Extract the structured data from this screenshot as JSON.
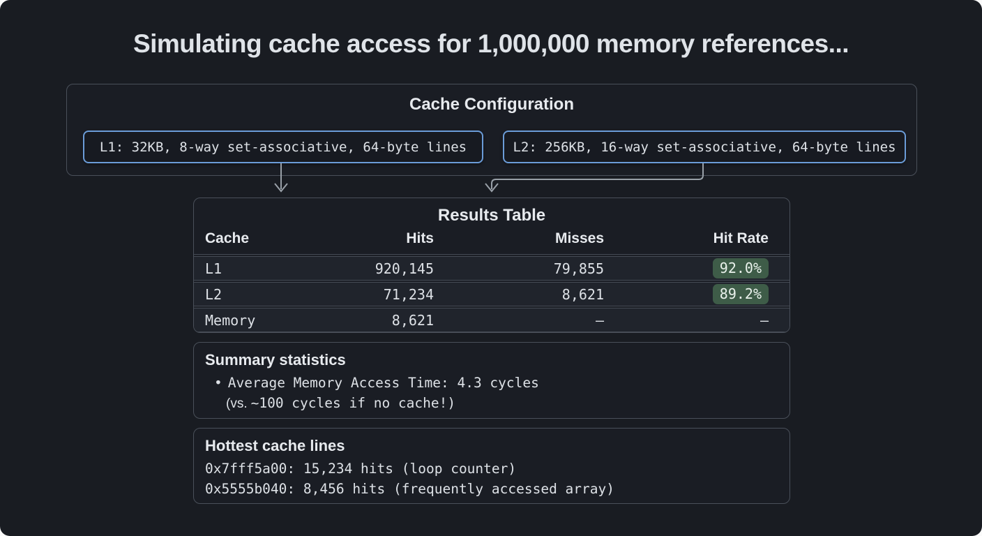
{
  "title": "Simulating cache access for 1,000,000 memory references...",
  "colors": {
    "accent_blue": "#6b9cd8",
    "badge_green_bg": "#3e5c48",
    "badge_text": "#eaf2ec",
    "panel_bg": "#191c22",
    "border_gray": "#4a505a",
    "connector": "#99a0a8"
  },
  "cache_config": {
    "title": "Cache Configuration",
    "l1": "L1: 32KB, 8-way set-associative, 64-byte lines",
    "l2": "L2: 256KB, 16-way set-associative, 64-byte lines"
  },
  "results_table": {
    "title": "Results Table",
    "columns": [
      "Cache",
      "Hits",
      "Misses",
      "Hit Rate"
    ],
    "rows": [
      {
        "cache": "L1",
        "hits": "920,145",
        "misses": "79,855",
        "hit_rate": "92.0%"
      },
      {
        "cache": "L2",
        "hits": "71,234",
        "misses": "8,621",
        "hit_rate": "89.2%"
      },
      {
        "cache": "Memory",
        "hits": "8,621",
        "misses": "–",
        "hit_rate": "–"
      }
    ]
  },
  "summary": {
    "title": "Summary statistics",
    "bullet_char": "•",
    "bullet": "Average Memory Access Time: 4.3 cycles",
    "note_prefix": "(vs.",
    "note_rest": "~100 cycles if no cache!)"
  },
  "hottest": {
    "title": "Hottest cache lines",
    "lines": [
      "0x7fff5a00: 15,234 hits (loop counter)",
      "0x5555b040: 8,456 hits (frequently accessed array)"
    ]
  }
}
